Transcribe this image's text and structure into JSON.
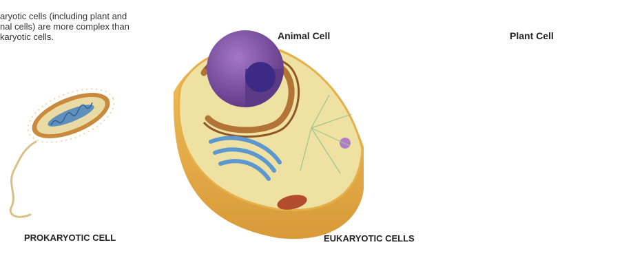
{
  "figure": {
    "caption": "aryotic cells (including plant and\nnal cells) are more complex than\nkaryotic cells.",
    "labels": {
      "animal_cell": "Animal Cell",
      "plant_cell": "Plant Cell",
      "prokaryotic_cell": "PROKARYOTIC CELL",
      "eukaryotic_cells": "EUKARYOTIC CELLS"
    }
  },
  "colors": {
    "cytoplasm": "#f0e3a0",
    "membrane": "#e2ae44",
    "nucleus": "#7a4c9e",
    "nucleolus": "#3c2b86",
    "er": "#b27336",
    "golgi": "#5a98cf",
    "mitochondria": "#b24c2c",
    "chloroplast": "#4c9a3a",
    "vacuole": "#bcdcf2",
    "cell_wall": "#d6bd92"
  }
}
